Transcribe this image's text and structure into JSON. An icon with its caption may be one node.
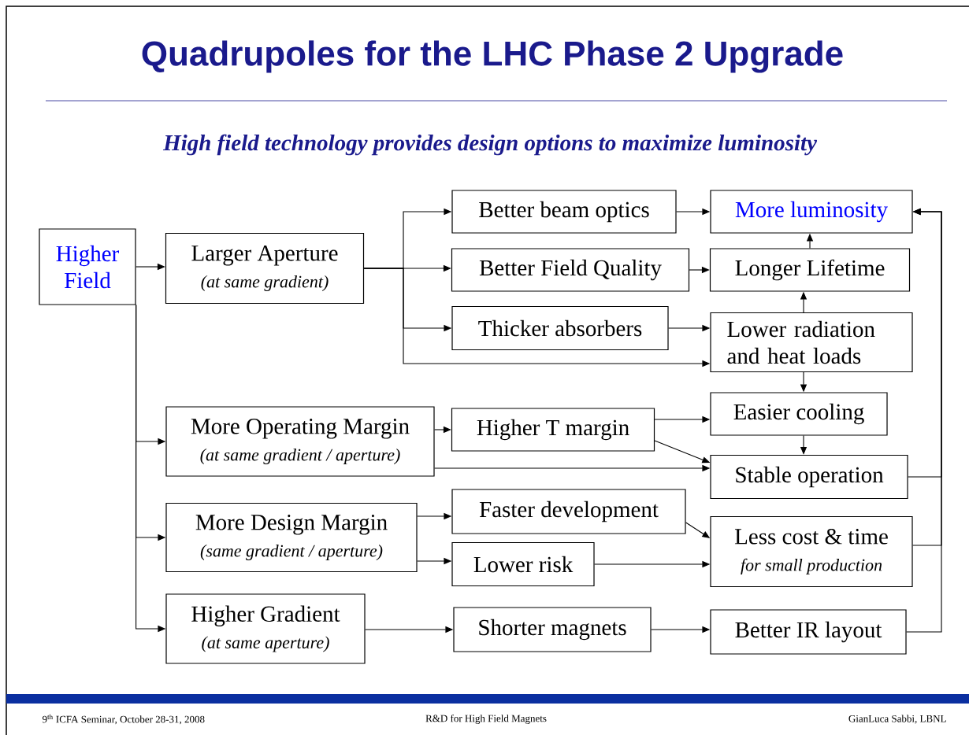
{
  "diagram": {
    "title": "Quadrupoles for the LHC Phase 2 Upgrade",
    "nodes": [
      {
        "text": [
          "Higher Field"
        ]
      },
      {
        "text": [
          "Larger Aperture",
          "(at same gradient)"
        ]
      },
      {
        "text": [
          "More Operating Margin",
          "(at same gradient / aperture)"
        ]
      },
      {
        "text": [
          "More Design Margin",
          "(same gradient / aperture)"
        ]
      },
      {
        "text": [
          "Higher Gradient",
          "(at same aperture)"
        ]
      },
      {
        "text": [
          "Better beam optics"
        ]
      },
      {
        "text": [
          "Better Field Quality"
        ]
      },
      {
        "text": [
          "Thicker absorbers"
        ]
      },
      {
        "text": [
          "Higher T margin"
        ]
      },
      {
        "text": [
          "Faster development"
        ]
      },
      {
        "text": [
          "Lower risk"
        ]
      },
      {
        "text": [
          "Shorter magnets"
        ]
      },
      {
        "text": [
          "More luminosity"
        ]
      },
      {
        "text": [
          "Longer Lifetime"
        ]
      },
      {
        "text": [
          "Lower radiation and heat loads"
        ]
      },
      {
        "text": [
          "Easier cooling"
        ]
      },
      {
        "text": [
          "Stable operation"
        ]
      },
      {
        "text": [
          "Less cost & time",
          "for small production"
        ]
      },
      {
        "text": [
          "Better IR layout"
        ]
      }
    ],
    "edges": [
      {
        "from": 0,
        "to": 1,
        "arrow": "to"
      },
      {
        "from": 0,
        "to": 2,
        "arrow": "to"
      },
      {
        "from": 0,
        "to": 3,
        "arrow": "to"
      },
      {
        "from": 0,
        "to": 4,
        "arrow": "to"
      },
      {
        "from": 1,
        "to": 5,
        "arrow": "to"
      },
      {
        "from": 1,
        "to": 6,
        "arrow": "to"
      },
      {
        "from": 1,
        "to": 7,
        "arrow": "to"
      },
      {
        "from": 1,
        "to": 14,
        "arrow": "to"
      },
      {
        "from": 5,
        "to": 12,
        "arrow": "to"
      },
      {
        "from": 6,
        "to": 13,
        "arrow": "to"
      },
      {
        "from": 7,
        "to": 14,
        "arrow": "to"
      },
      {
        "from": 13,
        "to": 12,
        "arrow": "to"
      },
      {
        "from": 14,
        "to": 13,
        "arrow": "to"
      },
      {
        "from": 14,
        "to": 15,
        "arrow": "to"
      },
      {
        "from": 15,
        "to": 16,
        "arrow": "to"
      },
      {
        "from": 2,
        "to": 8,
        "arrow": "to"
      },
      {
        "from": 2,
        "to": 16,
        "arrow": "to"
      },
      {
        "from": 8,
        "to": 15,
        "arrow": "to"
      },
      {
        "from": 8,
        "to": 16,
        "arrow": "to"
      },
      {
        "from": 3,
        "to": 9,
        "arrow": "to"
      },
      {
        "from": 3,
        "to": 10,
        "arrow": "to"
      },
      {
        "from": 9,
        "to": 17,
        "arrow": "to"
      },
      {
        "from": 10,
        "to": 17,
        "arrow": "to"
      },
      {
        "from": 4,
        "to": 11,
        "arrow": "to"
      },
      {
        "from": 11,
        "to": 18,
        "arrow": "to"
      },
      {
        "from": 16,
        "to": 12,
        "arrow": "to"
      },
      {
        "from": 17,
        "to": 12,
        "arrow": "to"
      },
      {
        "from": 18,
        "to": 12,
        "arrow": "to"
      }
    ],
    "labels": [
      "High field technology provides design options to maximize luminosity",
      "9$^{th}$ ICFA Seminar, October 28-31, 2008",
      "R&D for High Field Magnets",
      "GianLuca Sabbi, LBNL"
    ]
  }
}
